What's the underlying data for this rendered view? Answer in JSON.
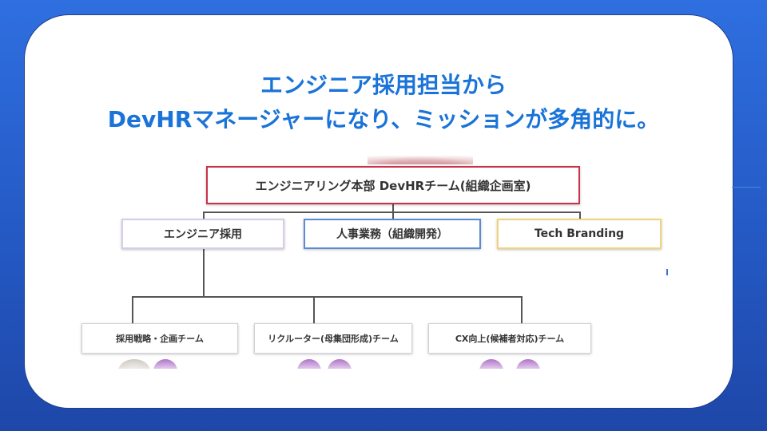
{
  "slide": {
    "title_line1": "エンジニア採用担当から",
    "title_line2": "DevHRマネージャーになり、ミッションが多角的に。"
  },
  "org_chart": {
    "root": "エンジニアリング本部 DevHRチーム(組織企画室)",
    "level2": [
      "エンジニア採用",
      "人事業務（組織開発）",
      "Tech Branding"
    ],
    "level3": [
      "採用戦略・企画チーム",
      "リクルーター(母集団形成)チーム",
      "CX向上(候補者対応)チーム"
    ]
  },
  "colors": {
    "accent_title": "#1a73d8",
    "root_border": "#c8324a",
    "hr_border": "#5b8ad6",
    "tech_border": "#f2d27a",
    "background": "#2459c4"
  }
}
